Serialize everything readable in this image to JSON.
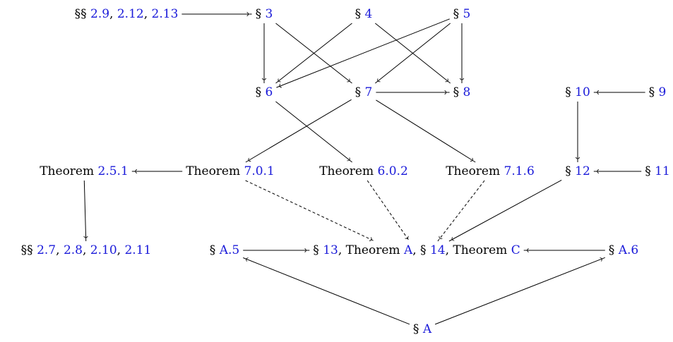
{
  "colors": {
    "link": "#1a1ad9",
    "text": "#000000",
    "edge": "#000000"
  },
  "nodes": {
    "n_s2": {
      "parts": [
        {
          "t": "§§ "
        },
        {
          "r": "2.9"
        },
        {
          "t": ", "
        },
        {
          "r": "2.12"
        },
        {
          "t": ", "
        },
        {
          "r": "2.13"
        }
      ]
    },
    "n_s3": {
      "parts": [
        {
          "t": "§ "
        },
        {
          "r": "3"
        }
      ]
    },
    "n_s4": {
      "parts": [
        {
          "t": "§ "
        },
        {
          "r": "4"
        }
      ]
    },
    "n_s5": {
      "parts": [
        {
          "t": "§ "
        },
        {
          "r": "5"
        }
      ]
    },
    "n_s6": {
      "parts": [
        {
          "t": "§ "
        },
        {
          "r": "6"
        }
      ]
    },
    "n_s7": {
      "parts": [
        {
          "t": "§ "
        },
        {
          "r": "7"
        }
      ]
    },
    "n_s8": {
      "parts": [
        {
          "t": "§ "
        },
        {
          "r": "8"
        }
      ]
    },
    "n_s10": {
      "parts": [
        {
          "t": "§ "
        },
        {
          "r": "10"
        }
      ]
    },
    "n_s9": {
      "parts": [
        {
          "t": "§ "
        },
        {
          "r": "9"
        }
      ]
    },
    "n_t251": {
      "parts": [
        {
          "t": "Theorem "
        },
        {
          "r": "2.5.1"
        }
      ]
    },
    "n_t701": {
      "parts": [
        {
          "t": "Theorem "
        },
        {
          "r": "7.0.1"
        }
      ]
    },
    "n_t602": {
      "parts": [
        {
          "t": "Theorem "
        },
        {
          "r": "6.0.2"
        }
      ]
    },
    "n_t716": {
      "parts": [
        {
          "t": "Theorem "
        },
        {
          "r": "7.1.6"
        }
      ]
    },
    "n_s12": {
      "parts": [
        {
          "t": "§ "
        },
        {
          "r": "12"
        }
      ]
    },
    "n_s11": {
      "parts": [
        {
          "t": "§ "
        },
        {
          "r": "11"
        }
      ]
    },
    "n_s27": {
      "parts": [
        {
          "t": "§§ "
        },
        {
          "r": "2.7"
        },
        {
          "t": ", "
        },
        {
          "r": "2.8"
        },
        {
          "t": ", "
        },
        {
          "r": "2.10"
        },
        {
          "t": ", "
        },
        {
          "r": "2.11"
        }
      ]
    },
    "n_sA5": {
      "parts": [
        {
          "t": "§ "
        },
        {
          "r": "A.5"
        }
      ]
    },
    "n_main": {
      "parts": [
        {
          "t": "§ "
        },
        {
          "r": "13"
        },
        {
          "t": ", Theorem "
        },
        {
          "r": "A"
        },
        {
          "t": ", § "
        },
        {
          "r": "14"
        },
        {
          "t": ", Theorem "
        },
        {
          "r": "C"
        }
      ]
    },
    "n_sA6": {
      "parts": [
        {
          "t": "§ "
        },
        {
          "r": "A.6"
        }
      ]
    },
    "n_sA": {
      "parts": [
        {
          "t": "§ "
        },
        {
          "r": "A"
        }
      ]
    }
  },
  "edges": [
    {
      "from": "n_s2",
      "to": "n_s3",
      "style": "solid"
    },
    {
      "from": "n_s3",
      "to": "n_s6",
      "style": "solid"
    },
    {
      "from": "n_s3",
      "to": "n_s7",
      "style": "solid"
    },
    {
      "from": "n_s4",
      "to": "n_s6",
      "style": "solid"
    },
    {
      "from": "n_s4",
      "to": "n_s8",
      "style": "solid"
    },
    {
      "from": "n_s5",
      "to": "n_s6",
      "style": "solid"
    },
    {
      "from": "n_s5",
      "to": "n_s7",
      "style": "solid"
    },
    {
      "from": "n_s5",
      "to": "n_s8",
      "style": "solid"
    },
    {
      "from": "n_s7",
      "to": "n_s8",
      "style": "solid"
    },
    {
      "from": "n_s9",
      "to": "n_s10",
      "style": "solid"
    },
    {
      "from": "n_s10",
      "to": "n_s12",
      "style": "solid"
    },
    {
      "from": "n_s11",
      "to": "n_s12",
      "style": "solid"
    },
    {
      "from": "n_s7",
      "to": "n_t701",
      "style": "solid"
    },
    {
      "from": "n_s7",
      "to": "n_t716",
      "style": "solid"
    },
    {
      "from": "n_s6",
      "to": "n_t602",
      "style": "solid"
    },
    {
      "from": "n_t701",
      "to": "n_t251",
      "style": "solid"
    },
    {
      "from": "n_t251",
      "to": "n_s27",
      "style": "solid"
    },
    {
      "from": "n_t701",
      "to": "n_main",
      "style": "dashed"
    },
    {
      "from": "n_t602",
      "to": "n_main",
      "style": "dashed"
    },
    {
      "from": "n_t716",
      "to": "n_main",
      "style": "dashed"
    },
    {
      "from": "n_s12",
      "to": "n_main",
      "style": "solid"
    },
    {
      "from": "n_sA5",
      "to": "n_main",
      "style": "solid"
    },
    {
      "from": "n_sA6",
      "to": "n_main",
      "style": "solid"
    },
    {
      "from": "n_sA",
      "to": "n_sA5",
      "style": "solid"
    },
    {
      "from": "n_sA",
      "to": "n_sA6",
      "style": "solid"
    }
  ]
}
